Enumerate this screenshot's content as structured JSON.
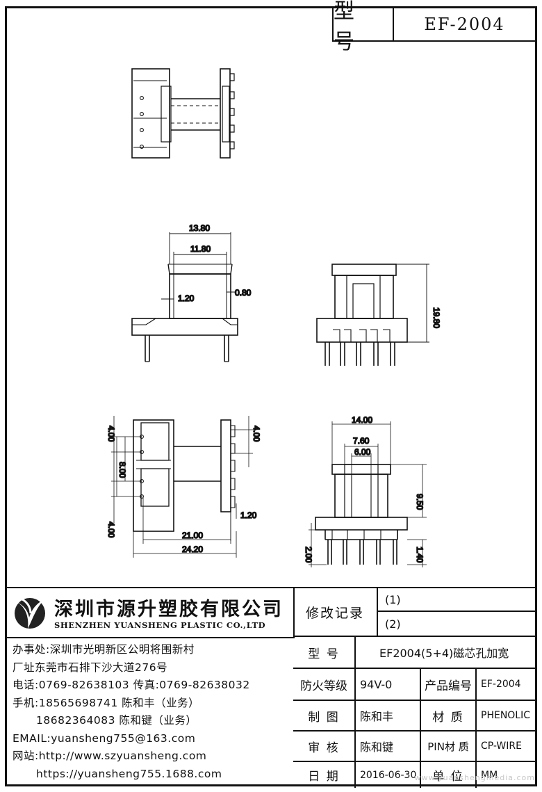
{
  "header": {
    "model_label": "型 号",
    "model_value": "EF-2004"
  },
  "dimensions": {
    "w_13_80": "13.80",
    "w_11_80": "11.80",
    "d_1_20a": "1.20",
    "d_0_80": "0.80",
    "h_19_80": "19.80",
    "p_4_00a": "4.00",
    "p_4_00b": "4.00",
    "p_8_00": "8.00",
    "p_4_00c": "4.00",
    "w_21_00": "21.00",
    "w_24_20": "24.20",
    "d_1_20b": "1.20",
    "w_14_00": "14.00",
    "w_7_60": "7.60",
    "w_6_00": "6.00",
    "h_9_50": "9.50",
    "h_2_00": "2.00",
    "h_1_40": "1.40"
  },
  "company": {
    "cn_name": "深圳市源升塑胶有限公司",
    "en_name": "SHENZHEN YUANSHENG PLASTIC CO.,LTD",
    "office": "办事处:深圳市光明新区公明将围新村",
    "factory": "厂址东莞市石排下沙大道276号",
    "phone": "电话:0769-82638103 传真:0769-82638032",
    "mobile1": "手机:18565698741 陈和丰（业务）",
    "mobile2": "18682364083 陈和键（业务）",
    "email": "EMAIL:yuansheng755@163.com",
    "web1": "网站:http://www.szyuansheng.com",
    "web2": "https://yuansheng755.1688.com"
  },
  "titleblock": {
    "revision_label": "修改记录",
    "rev1": "(1)",
    "rev2": "(2)",
    "model_label": "型 号",
    "model_value": "EF2004(5+4)磁芯孔加宽",
    "fire_label": "防火等级",
    "fire_value": "94V-0",
    "product_no_label": "产品编号",
    "product_no_value": "EF-2004",
    "drawn_label": "制 图",
    "drawn_value": "陈和丰",
    "material_label": "材 质",
    "material_value": "PHENOLIC",
    "check_label": "审 核",
    "check_value": "陈和键",
    "pin_material_label": "PIN材 质",
    "pin_material_value": "CP-WIRE",
    "date_label": "日 期",
    "date_value": "2016-06-30",
    "unit_label": "单 位",
    "unit_value": "MM"
  },
  "watermark": "www.yuanshengmedia.com"
}
